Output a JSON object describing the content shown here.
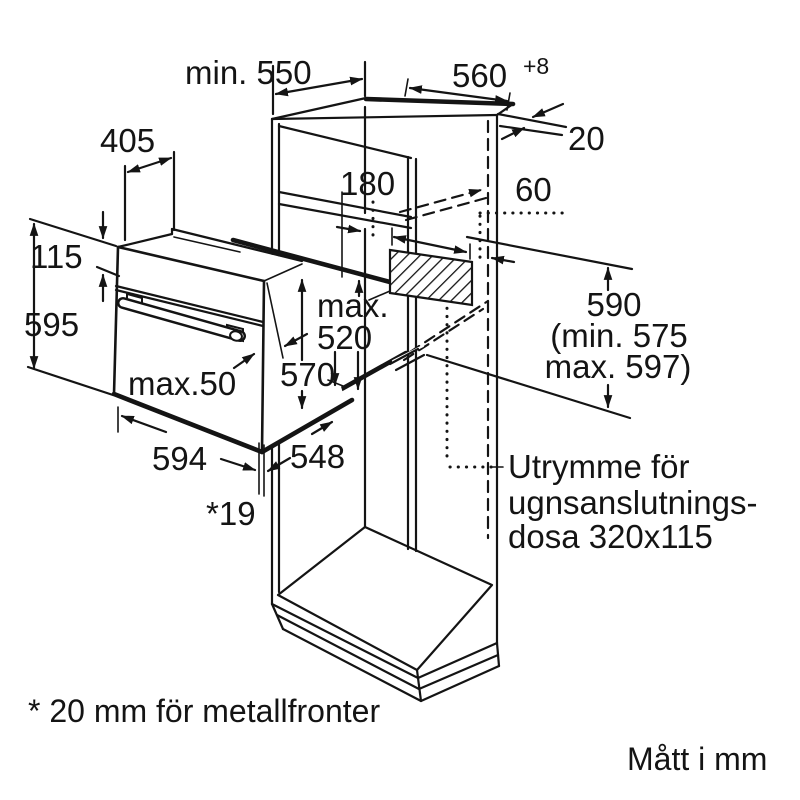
{
  "drawing": {
    "colors": {
      "line": "#141414",
      "background": "#ffffff"
    },
    "dimensions": {
      "niche_depth": "min. 550",
      "niche_width": "560",
      "niche_width_tolerance": "+8",
      "side_panel_thickness": "20",
      "top_depth": "405",
      "upper_compartment": "180",
      "rear_clearance": "60",
      "control_panel_height": "115",
      "oven_height": "595",
      "max_label": "max.",
      "max_value": "520",
      "casing_height": "570",
      "front_max": "max.50",
      "oven_width": "594",
      "oven_depth": "548",
      "front_frame": "*19",
      "niche_height": "590",
      "niche_height_min": "(min. 575",
      "niche_height_max": "max. 597)"
    },
    "connection_note": {
      "line1": "Utrymme för",
      "line2": "ugnsanslutnings-",
      "line3": "dosa 320x115"
    },
    "footnote": "* 20 mm för metallfronter",
    "units_note": "Mått i mm"
  }
}
